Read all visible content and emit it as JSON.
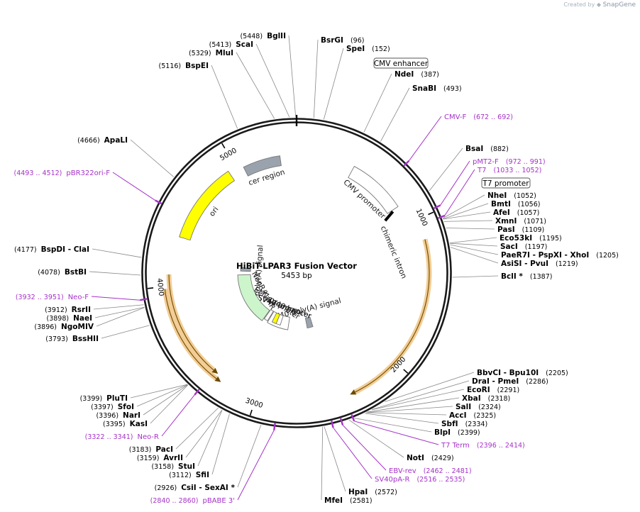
{
  "credit": {
    "prefix": "Created by",
    "brand": "SnapGene"
  },
  "plasmid": {
    "name": "HiBiT-LPAR3 Fusion Vector",
    "size": "5453 bp",
    "length": 5453
  },
  "ticks": [
    {
      "label": "1000",
      "pos": 1000
    },
    {
      "label": "2000",
      "pos": 2000
    },
    {
      "label": "3000",
      "pos": 3000
    },
    {
      "label": "4000",
      "pos": 4000
    },
    {
      "label": "5000",
      "pos": 5000
    }
  ],
  "features": [
    {
      "name": "CMV enhancer",
      "start": 50,
      "end": 430,
      "shape": "box",
      "fill": "#ffffff",
      "boxed": true,
      "label_pos": "outside"
    },
    {
      "name": "CMV promoter",
      "start": 430,
      "end": 860,
      "shape": "arrow",
      "fill": "#ffffff",
      "label_pos": "inside"
    },
    {
      "name": "T7 promoter",
      "start": 1033,
      "end": 1052,
      "shape": "box",
      "fill": "#ffffff",
      "boxed": true,
      "label_pos": "outside"
    },
    {
      "name": "chimeric intron",
      "start": 870,
      "end": 1010,
      "shape": "intron",
      "label_pos": "inside"
    },
    {
      "name": "SV40 poly(A) signal",
      "start": 2470,
      "end": 2560,
      "shape": "box",
      "fill": "#9aa3ad",
      "label_pos": "inside"
    },
    {
      "name": "SV40 promoter",
      "start": 2860,
      "end": 3190,
      "shape": "arrow",
      "fill": "#ffffff",
      "label_pos": "inside"
    },
    {
      "name": "SV40 enhancer",
      "start": 2990,
      "end": 3060,
      "shape": "box",
      "fill": "#ffffff",
      "label_pos": "inside"
    },
    {
      "name": "SV40 ori",
      "start": 3060,
      "end": 3130,
      "shape": "box",
      "fill": "#ffff00",
      "label_pos": "inside"
    },
    {
      "name": "EM7 promoter",
      "start": 3200,
      "end": 3260,
      "shape": "arrow",
      "fill": "#ffffff",
      "label_pos": "inside"
    },
    {
      "name": "NeoR/KanR",
      "start": 3270,
      "end": 4060,
      "shape": "arrow",
      "fill": "#ccf5cc",
      "label_pos": "inside"
    },
    {
      "name": "poly(A) signal",
      "start": 4120,
      "end": 4175,
      "shape": "box",
      "fill": "#9aa3ad",
      "label_pos": "inside"
    },
    {
      "name": "ori",
      "start": 4350,
      "end": 4940,
      "shape": "arrow",
      "fill": "#ffff00",
      "label_pos": "inside"
    },
    {
      "name": "cer region",
      "start": 5050,
      "end": 5330,
      "shape": "box",
      "fill": "#9aa3ad",
      "label_pos": "inside"
    }
  ],
  "orfs": [
    {
      "start": 1140,
      "end": 2330,
      "dir": "cw"
    },
    {
      "start": 3290,
      "end": 3985,
      "dir": "ccw"
    },
    {
      "start": 3340,
      "end": 4080,
      "dir": "ccw"
    }
  ],
  "sites": [
    {
      "name": "BsrGI",
      "pos": "(96)"
    },
    {
      "name": "SpeI",
      "pos": "(152)"
    },
    {
      "name": "NdeI",
      "pos": "(387)"
    },
    {
      "name": "SnaBI",
      "pos": "(493)"
    },
    {
      "name": "BsaI",
      "pos": "(882)"
    },
    {
      "name": "NheI",
      "pos": "(1052)"
    },
    {
      "name": "BmtI",
      "pos": "(1056)"
    },
    {
      "name": "AfeI",
      "pos": "(1057)"
    },
    {
      "name": "XmnI",
      "pos": "(1071)"
    },
    {
      "name": "PasI",
      "pos": "(1109)"
    },
    {
      "name": "Eco53kI",
      "pos": "(1195)"
    },
    {
      "name": "SacI",
      "pos": "(1197)"
    },
    {
      "name": "PaeR7I - PspXI - XhoI",
      "pos": "(1205)"
    },
    {
      "name": "AsiSI - PvuI",
      "pos": "(1219)"
    },
    {
      "name": "BclI *",
      "pos": "(1387)"
    },
    {
      "name": "BbvCI - Bpu10I",
      "pos": "(2205)"
    },
    {
      "name": "DraI - PmeI",
      "pos": "(2286)"
    },
    {
      "name": "EcoRI",
      "pos": "(2291)"
    },
    {
      "name": "XbaI",
      "pos": "(2318)"
    },
    {
      "name": "SalI",
      "pos": "(2324)"
    },
    {
      "name": "AccI",
      "pos": "(2325)"
    },
    {
      "name": "SbfI",
      "pos": "(2334)"
    },
    {
      "name": "BlpI",
      "pos": "(2399)"
    },
    {
      "name": "NotI",
      "pos": "(2429)"
    },
    {
      "name": "HpaI",
      "pos": "(2572)"
    },
    {
      "name": "MfeI",
      "pos": "(2581)"
    },
    {
      "name": "CsiI - SexAI *",
      "pos": "(2926)"
    },
    {
      "name": "SfiI",
      "pos": "(3112)"
    },
    {
      "name": "StuI",
      "pos": "(3158)"
    },
    {
      "name": "AvrII",
      "pos": "(3159)"
    },
    {
      "name": "PacI",
      "pos": "(3183)"
    },
    {
      "name": "KasI",
      "pos": "(3395)"
    },
    {
      "name": "NarI",
      "pos": "(3396)"
    },
    {
      "name": "SfoI",
      "pos": "(3397)"
    },
    {
      "name": "PluTI",
      "pos": "(3399)"
    },
    {
      "name": "BssHII",
      "pos": "(3793)"
    },
    {
      "name": "NgoMIV",
      "pos": "(3896)"
    },
    {
      "name": "NaeI",
      "pos": "(3898)"
    },
    {
      "name": "RsrII",
      "pos": "(3912)"
    },
    {
      "name": "BstBI",
      "pos": "(4078)"
    },
    {
      "name": "BspDI - ClaI",
      "pos": "(4177)"
    },
    {
      "name": "ApaLI",
      "pos": "(4666)"
    },
    {
      "name": "BspEI",
      "pos": "(5116)"
    },
    {
      "name": "MluI",
      "pos": "(5329)"
    },
    {
      "name": "ScaI",
      "pos": "(5413)"
    },
    {
      "name": "BglII",
      "pos": "(5448)"
    }
  ],
  "primers": [
    {
      "name": "CMV-F",
      "range": "(672 .. 692)",
      "pos": 682
    },
    {
      "name": "pMT2-F",
      "range": "(972 .. 991)",
      "pos": 981
    },
    {
      "name": "T7",
      "range": "(1033 .. 1052)",
      "pos": 1042
    },
    {
      "name": "T7 Term",
      "range": "(2396 .. 2414)",
      "pos": 2405
    },
    {
      "name": "EBV-rev",
      "range": "(2462 .. 2481)",
      "pos": 2471
    },
    {
      "name": "SV40pA-R",
      "range": "(2516 .. 2535)",
      "pos": 2525
    },
    {
      "name": "pBABE 3'",
      "range": "(2840 .. 2860)",
      "pos": 2850
    },
    {
      "name": "Neo-R",
      "range": "(3322 .. 3341)",
      "pos": 3331
    },
    {
      "name": "Neo-F",
      "range": "(3932 .. 3951)",
      "pos": 3941
    },
    {
      "name": "pBR322ori-F",
      "range": "(4493 .. 4512)",
      "pos": 4502
    }
  ],
  "colors": {
    "backbone": "#1a1a1a",
    "primer": "#a532c8",
    "orf": "#e8a33a",
    "label": "#000000"
  }
}
